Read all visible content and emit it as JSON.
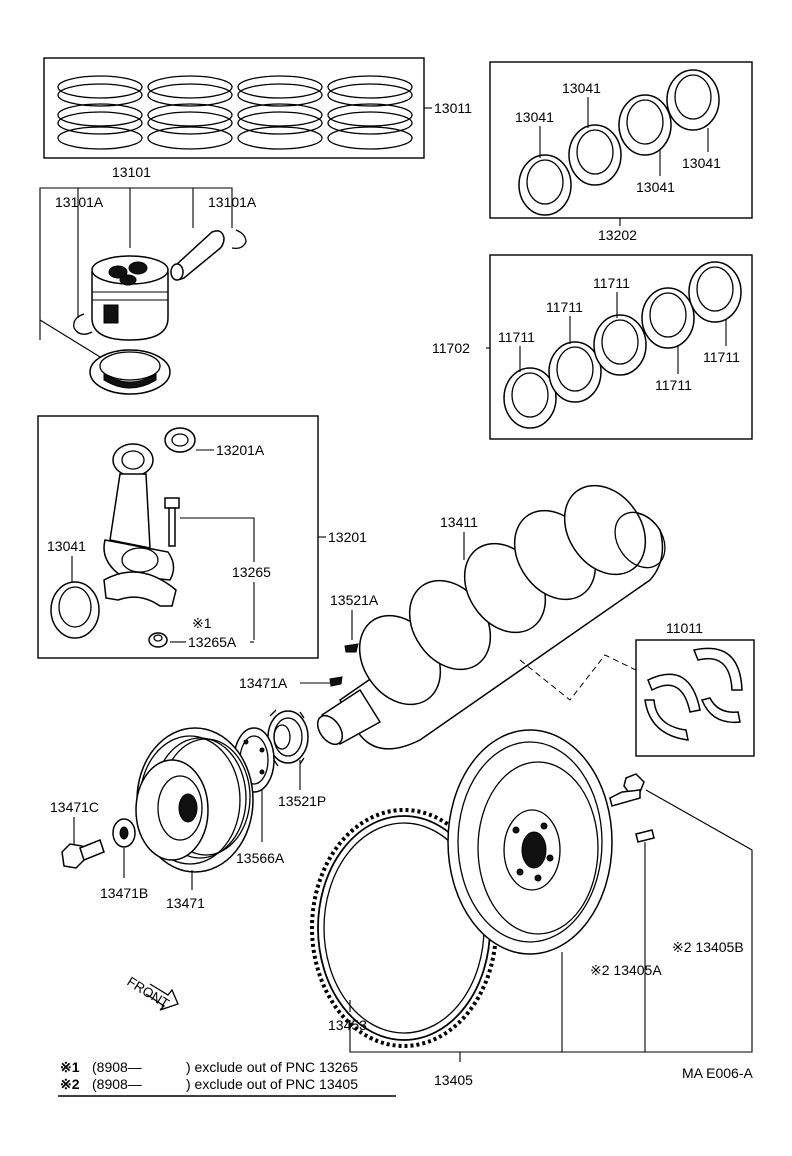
{
  "labels": {
    "p13011": "13011",
    "p13101": "13101",
    "p13101a_left": "13101A",
    "p13101a_right": "13101A",
    "p13041_tl": "13041",
    "p13041_tr": "13041",
    "p13041_rb": "13041",
    "p13041_bm": "13041",
    "p13202": "13202",
    "p11702": "11702",
    "p11711_a": "11711",
    "p11711_b": "11711",
    "p11711_c": "11711",
    "p11711_d": "11711",
    "p11711_e": "11711",
    "p13201a": "13201A",
    "p13201": "13201",
    "p13041_rod": "13041",
    "p13265": "13265",
    "mark1": "※1",
    "p13265a": "13265A",
    "p13411": "13411",
    "p13521a": "13521A",
    "p13471a": "13471A",
    "p11011": "11011",
    "p13521p": "13521P",
    "p13471c": "13471C",
    "p13566a": "13566A",
    "p13471b": "13471B",
    "p13471": "13471",
    "p13405b": "※2 13405B",
    "p13405a": "※2 13405A",
    "front": "FRONT",
    "p13453": "13453",
    "p13405": "13405"
  },
  "footnotes": [
    {
      "mark": "※1",
      "date": "(8908—",
      "text": ") exclude out of PNC 13265"
    },
    {
      "mark": "※2",
      "date": "(8908—",
      "text": ") exclude out of PNC 13405"
    }
  ],
  "figure_code": "MA E006-A"
}
